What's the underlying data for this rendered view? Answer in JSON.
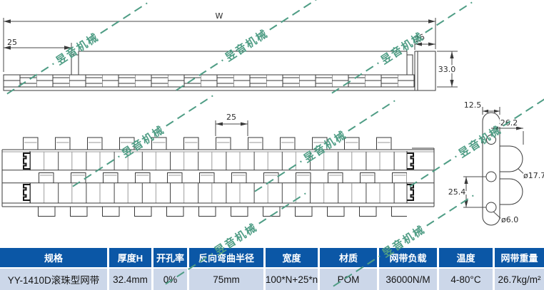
{
  "watermark": {
    "text": "昱音机械",
    "color": "#4f9d85"
  },
  "dims": {
    "overall_width": "W",
    "edge_left": "25",
    "edge_right": "26",
    "belt_height": "33.0",
    "pitch": "25",
    "plate_width": "12.5",
    "roller_offset": "26.2",
    "roller_dia": "ø17.7",
    "hole_pitch": "25.4",
    "hole_dia": "ø6.0"
  },
  "spec_table": {
    "header_bg": "#0b57a6",
    "row_bg": "#ccd7e9",
    "headers": [
      "规格",
      "厚度H",
      "开孔率",
      "反向弯曲半径",
      "宽度",
      "材质",
      "网带负载",
      "温度",
      "网带重量"
    ],
    "row": [
      "YY-1410D滚珠型网带",
      "32.4mm",
      "0%",
      "75mm",
      "100*N+25*n",
      "POM",
      "36000N/M",
      "4-80°C",
      "26.7kg/m²"
    ]
  }
}
